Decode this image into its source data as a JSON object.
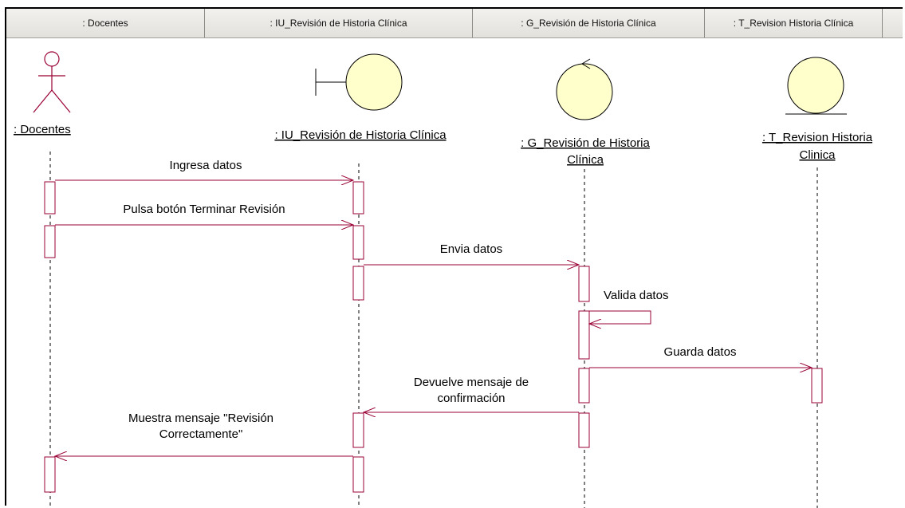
{
  "header": {
    "columns": [
      ": Docentes",
      ": IU_Revisión de Historia Clínica",
      ": G_Revisión de Historia Clínica",
      ": T_Revision Historia Clínica"
    ]
  },
  "lifelines": {
    "actor": {
      "label": ": Docentes"
    },
    "boundary": {
      "label": ": IU_Revisión de Historia Clínica"
    },
    "control": {
      "label_line1": ": G_Revisión de Historia",
      "label_line2": "Clínica"
    },
    "entity": {
      "label_line1": ": T_Revision Historia",
      "label_line2": "Clinica"
    }
  },
  "messages": {
    "m1": {
      "text": "Ingresa datos"
    },
    "m2": {
      "text": "Pulsa botón Terminar Revisión"
    },
    "m3": {
      "text": "Envia datos"
    },
    "m4": {
      "text": "Valida datos"
    },
    "m5": {
      "text": "Guarda datos"
    },
    "m6": {
      "line1": "Devuelve mensaje de",
      "line2": "confirmación"
    },
    "m7": {
      "line1": "Muestra mensaje \"Revisión",
      "line2": "Correctamente\""
    }
  },
  "colors": {
    "line": "#990033",
    "object_fill": "#ffffcc",
    "object_stroke": "#000000",
    "header_bg": "#ebe9e4"
  }
}
